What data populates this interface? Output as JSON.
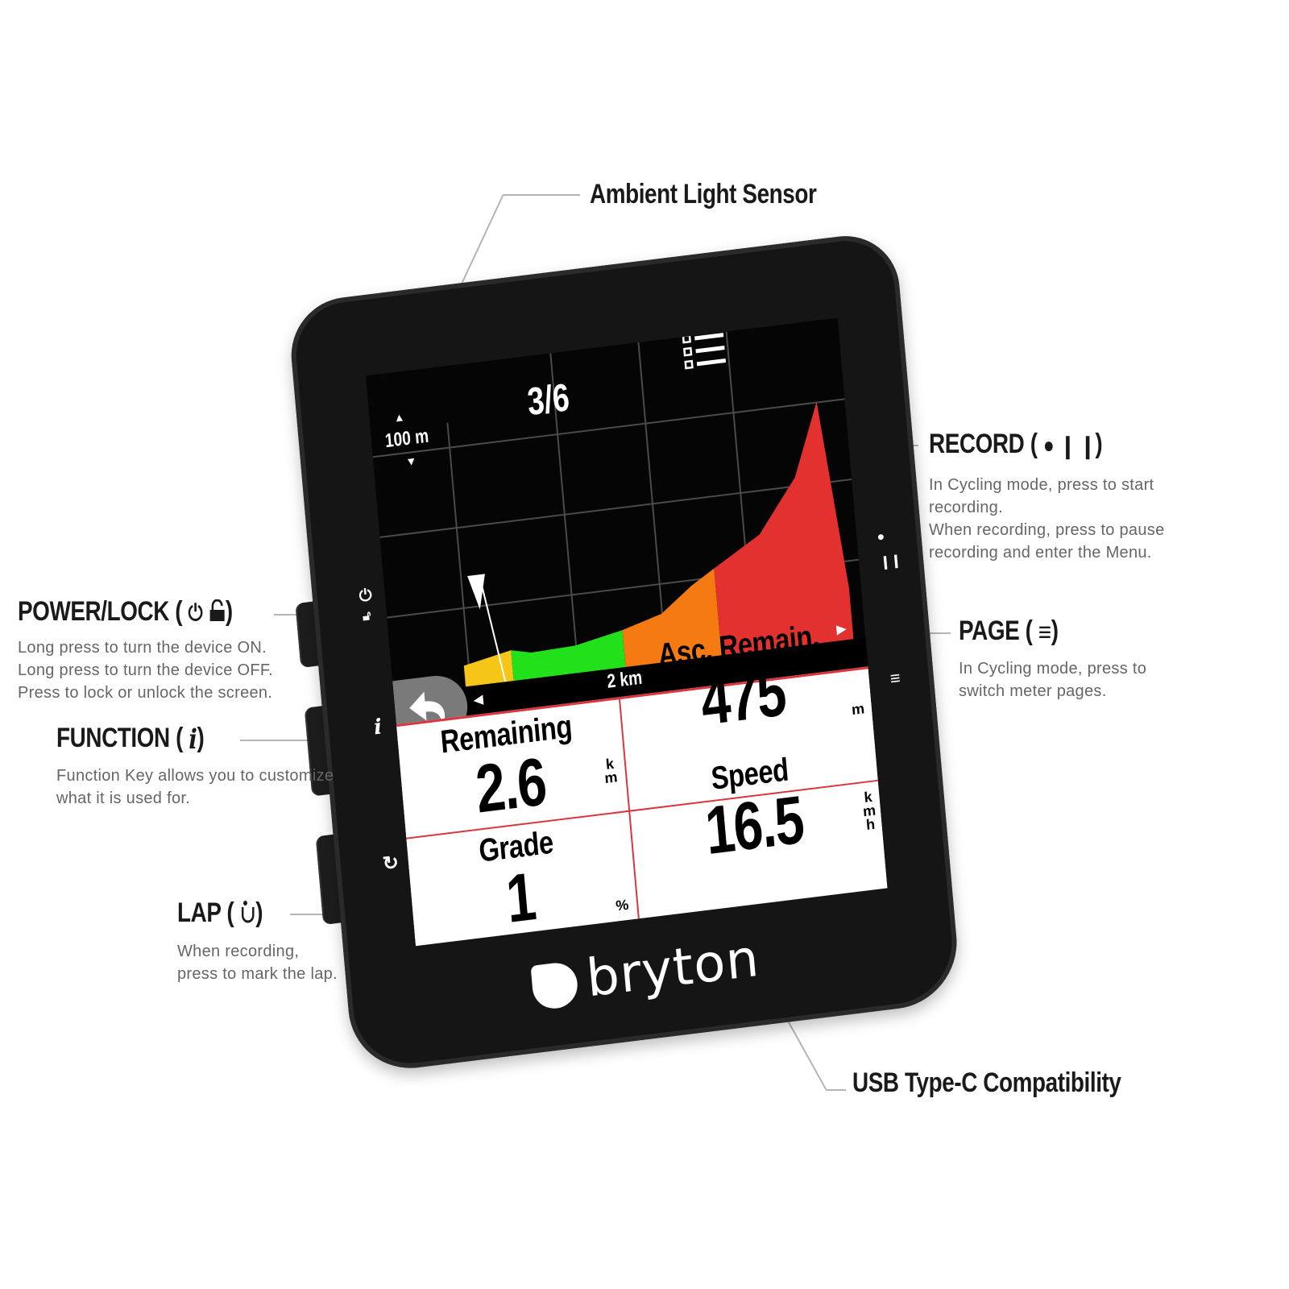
{
  "callouts": {
    "ambient_light": {
      "title": "Ambient Light Sensor"
    },
    "record": {
      "title": "RECORD (",
      "title_end": ")",
      "icons": [
        "record-dot-icon",
        "pause-bars-icon"
      ],
      "description": "In Cycling mode, press to start\nrecording.\nWhen recording, press to pause\nrecording and enter the Menu."
    },
    "page": {
      "title": "PAGE (",
      "title_end": ")",
      "icons": [
        "menu-lines-icon"
      ],
      "description": "In Cycling mode, press to\nswitch meter pages."
    },
    "power_lock": {
      "title": "POWER/LOCK (",
      "title_end": ")",
      "icons": [
        "power-icon",
        "lock-icon"
      ],
      "description": "Long press to turn the device ON.\nLong press to turn the device OFF.\nPress to lock or unlock the screen."
    },
    "function": {
      "title": "FUNCTION (",
      "title_end": ")",
      "icons": [
        "info-icon"
      ],
      "description": "Function Key allows you to customize\nwhat it is used for."
    },
    "lap": {
      "title": "LAP (",
      "title_end": ")",
      "icons": [
        "lap-icon"
      ],
      "description": "When recording,\npress to mark the lap."
    },
    "usb": {
      "title": "USB Type-C Compatibility"
    }
  },
  "device": {
    "brand": "bryton",
    "screen": {
      "page_indicator": "3/6",
      "scale_label": "100 m",
      "distance_scale": "2 km",
      "profile_colors": {
        "yellow": "#f5c518",
        "green": "#22e01a",
        "orange": "#f57a12",
        "red": "#e2312e"
      },
      "fields": [
        {
          "label": "Remaining",
          "value": "2.6",
          "unit": "k\nm"
        },
        {
          "label": "Asc. Remain.",
          "value": "475",
          "unit": "m"
        },
        {
          "label": "Grade",
          "value": "1",
          "unit": "%"
        },
        {
          "label": "Speed",
          "value": "16.5",
          "unit": "k\nm\nh"
        }
      ]
    },
    "side_labels": {
      "function": "i"
    }
  },
  "colors": {
    "accent_red": "#d9363e",
    "body": "#151515",
    "text_gray": "#666666"
  }
}
